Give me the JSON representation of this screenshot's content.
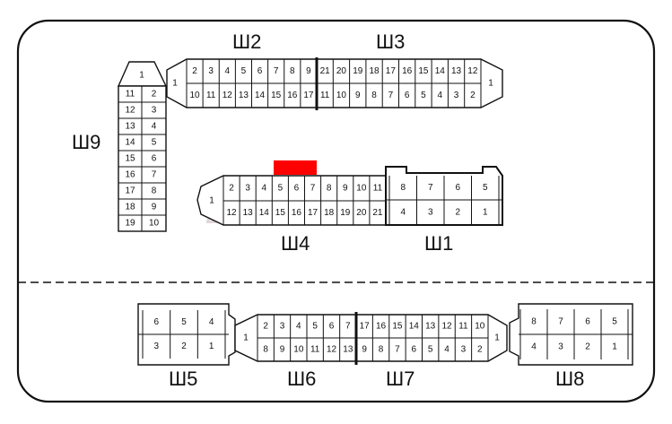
{
  "watermark": "2shemi.ru",
  "labels": {
    "sh2": "Ш2",
    "sh3": "Ш3",
    "sh9": "Ш9",
    "sh4": "Ш4",
    "sh1": "Ш1",
    "sh5": "Ш5",
    "sh6": "Ш6",
    "sh7": "Ш7",
    "sh8": "Ш8"
  },
  "highlight_color": "#ff0000",
  "connectors": {
    "sh2_top": [
      "2",
      "3",
      "4",
      "5",
      "6",
      "7",
      "8",
      "9"
    ],
    "sh2_bottom": [
      "10",
      "11",
      "12",
      "13",
      "14",
      "15",
      "16",
      "17"
    ],
    "sh3_top": [
      "21",
      "20",
      "19",
      "18",
      "17",
      "16",
      "15",
      "14",
      "13",
      "12"
    ],
    "sh3_bottom": [
      "11",
      "10",
      "9",
      "8",
      "7",
      "6",
      "5",
      "4",
      "3",
      "2"
    ],
    "sh23_left_end": "1",
    "sh23_right_end": "1",
    "sh9_tab": "1",
    "sh9_left": [
      "11",
      "12",
      "13",
      "14",
      "15",
      "16",
      "17",
      "18",
      "19"
    ],
    "sh9_right": [
      "2",
      "3",
      "4",
      "5",
      "6",
      "7",
      "8",
      "9",
      "10"
    ],
    "sh4_top": [
      "2",
      "3",
      "4",
      "5",
      "6",
      "7",
      "8",
      "9",
      "10",
      "11"
    ],
    "sh4_bottom": [
      "12",
      "13",
      "14",
      "15",
      "16",
      "17",
      "18",
      "19",
      "20",
      "21"
    ],
    "sh4_end": "1",
    "sh1_top": [
      "8",
      "7",
      "6",
      "5"
    ],
    "sh1_bottom": [
      "4",
      "3",
      "2",
      "1"
    ],
    "sh5_top": [
      "6",
      "5",
      "4"
    ],
    "sh5_bottom": [
      "3",
      "2",
      "1"
    ],
    "sh6_top": [
      "2",
      "3",
      "4",
      "5",
      "6",
      "7"
    ],
    "sh6_bottom": [
      "8",
      "9",
      "10",
      "11",
      "12",
      "13"
    ],
    "sh7_top": [
      "17",
      "16",
      "15",
      "14",
      "13",
      "12",
      "11",
      "10"
    ],
    "sh7_bottom": [
      "9",
      "8",
      "7",
      "6",
      "5",
      "4",
      "3",
      "2"
    ],
    "sh67_left_end": "1",
    "sh67_right_end": "1",
    "sh8_top": [
      "8",
      "7",
      "6",
      "5"
    ],
    "sh8_bottom": [
      "4",
      "3",
      "2",
      "1"
    ]
  }
}
